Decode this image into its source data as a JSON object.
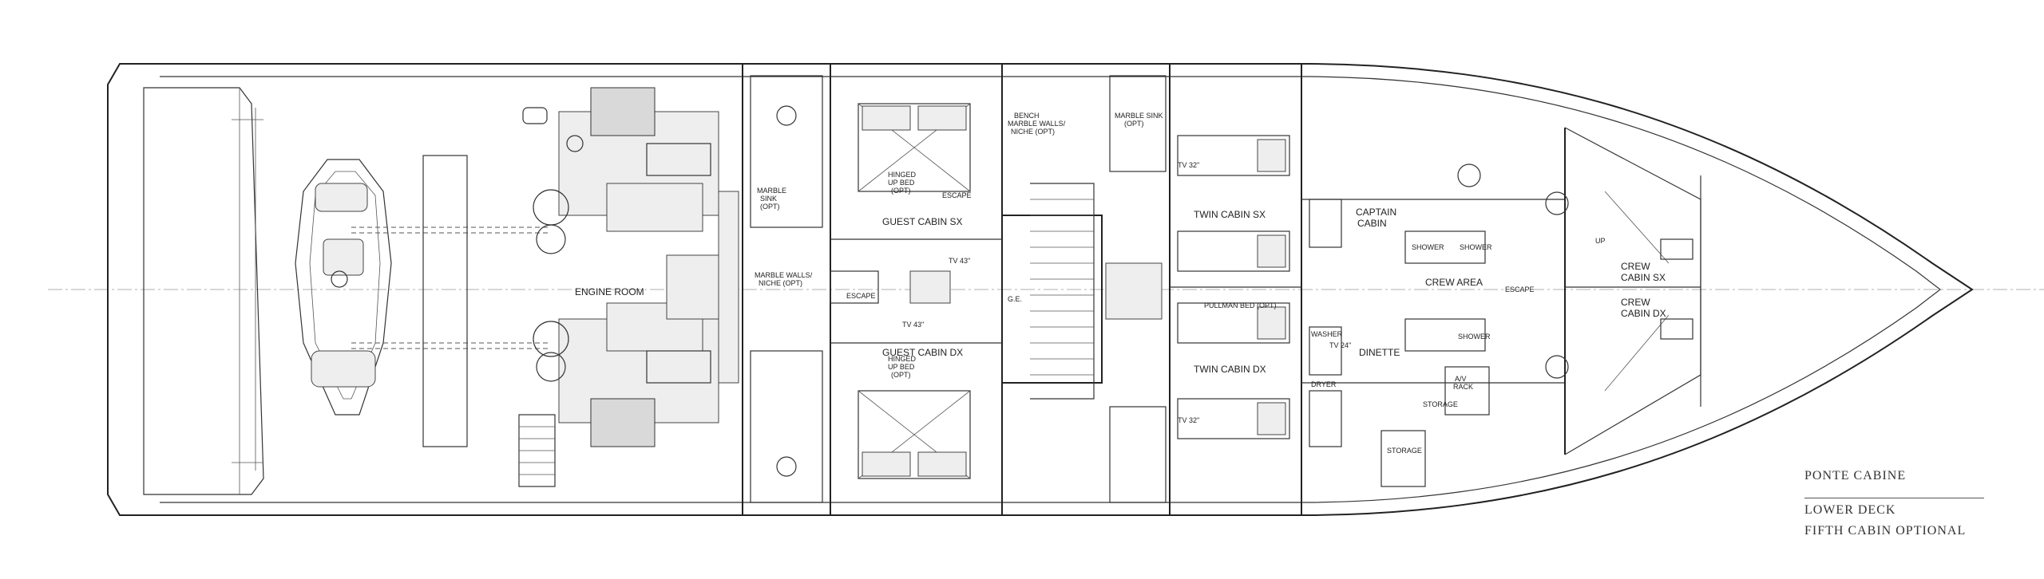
{
  "rooms": {
    "engine_room": "ENGINE ROOM",
    "guest_cabin_sx": "GUEST CABIN SX",
    "guest_cabin_dx": "GUEST CABIN DX",
    "twin_cabin_sx": "TWIN CABIN SX",
    "twin_cabin_dx": "TWIN CABIN DX",
    "captain_cabin_1": "CAPTAIN",
    "captain_cabin_2": "CABIN",
    "crew_area": "CREW AREA",
    "dinette": "DINETTE",
    "crew_cabin_sx_1": "CREW",
    "crew_cabin_sx_2": "CABIN SX",
    "crew_cabin_dx_1": "CREW",
    "crew_cabin_dx_2": "CABIN DX"
  },
  "notes": {
    "escape_1": "ESCAPE",
    "escape_2": "ESCAPE",
    "escape_3": "ESCAPE",
    "hinged_bed_sx_1": "HINGED",
    "hinged_bed_sx_2": "UP BED",
    "hinged_bed_sx_3": "(OPT)",
    "hinged_bed_dx_1": "HINGED",
    "hinged_bed_dx_2": "UP BED",
    "hinged_bed_dx_3": "(OPT)",
    "marble_sink_1": "MARBLE",
    "marble_sink_2": "SINK",
    "marble_sink_3": "(OPT)",
    "marble_walls_niche_1": "MARBLE WALLS/",
    "marble_walls_niche_2": "NICHE (OPT)",
    "tv_43_1": "TV 43\"",
    "tv_43_2": "TV 43\"",
    "tv_32_1": "TV 32\"",
    "tv_32_2": "TV 32\"",
    "tv_24": "TV 24\"",
    "pullman_bed": "PULLMAN BED (OPT)",
    "bench_1": "BENCH",
    "bench_2": "MARBLE WALLS/",
    "bench_3": "NICHE (OPT)",
    "marble_sink_opt": "MARBLE SINK",
    "marble_sink_opt2": "(OPT)",
    "shower_1": "SHOWER",
    "shower_2": "SHOWER",
    "shower_3": "SHOWER",
    "storage_1": "STORAGE",
    "storage_2": "STORAGE",
    "av_rack_1": "A/V",
    "av_rack_2": "RACK",
    "dryer": "DRYER",
    "washer": "WASHER",
    "ge": "G.E.",
    "up": "UP"
  },
  "legend": {
    "title": "PONTE CABINE",
    "deck": "LOWER DECK",
    "option": "FIFTH CABIN OPTIONAL"
  }
}
